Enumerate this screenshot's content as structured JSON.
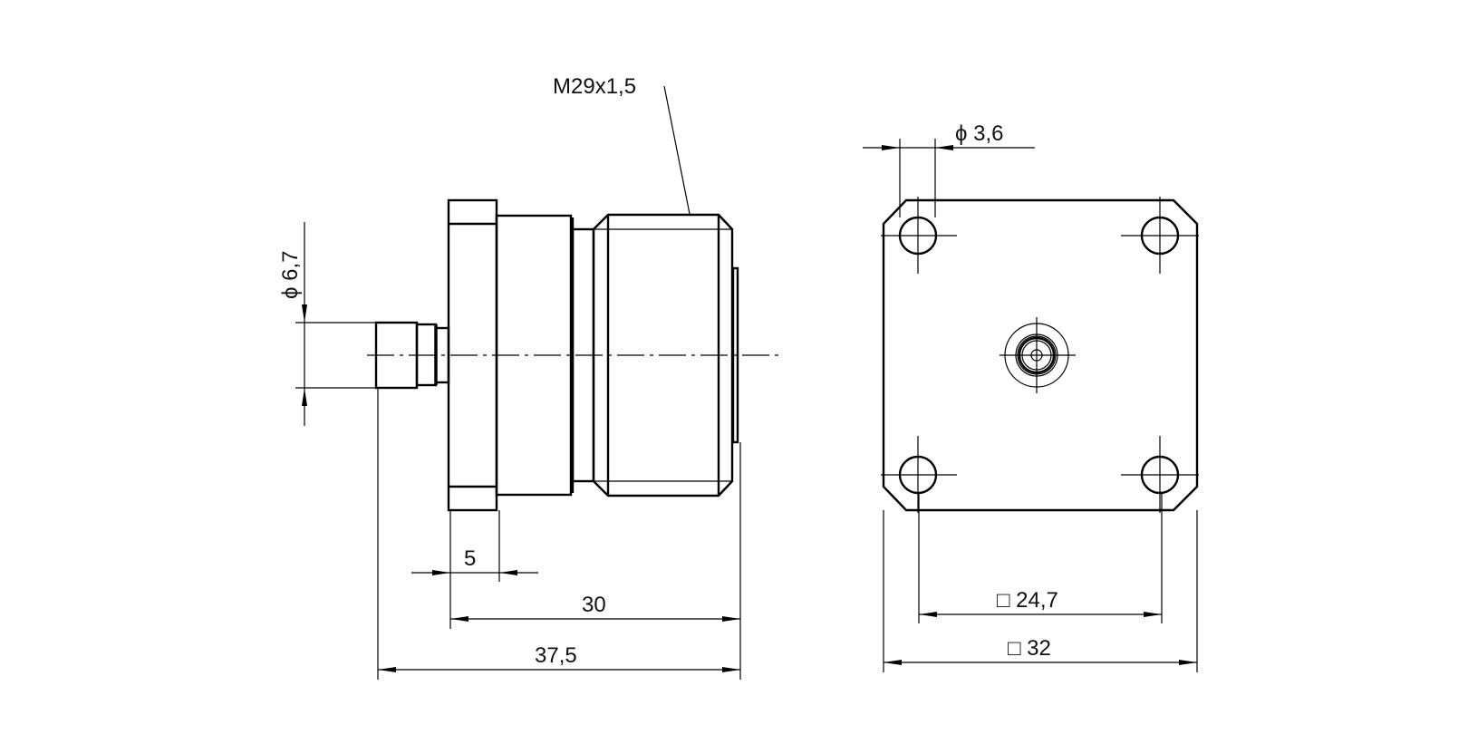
{
  "drawing": {
    "side_view": {
      "thread_label": "M29x1,5",
      "pin_diameter_label": "ϕ 6,7",
      "flange_thickness_label": "5",
      "body_length_label": "30",
      "overall_length_label": "37,5"
    },
    "front_view": {
      "hole_diameter_label": "ϕ 3,6",
      "hole_spacing_label": "□ 24,7",
      "flange_size_label": "□ 32"
    }
  }
}
